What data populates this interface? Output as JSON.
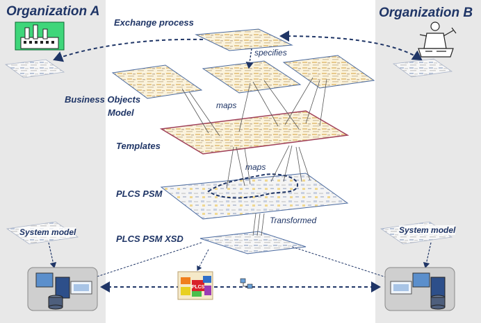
{
  "organizations": {
    "left_label": "Organization A",
    "right_label": "Organization B"
  },
  "layers": {
    "exchange_process": "Exchange process",
    "business_objects_line1": "Business Objects",
    "business_objects_line2": "Model",
    "templates": "Templates",
    "plcs_psm": "PLCS PSM",
    "plcs_psm_xsd": "PLCS PSM XSD"
  },
  "relations": {
    "specifies": "specifies",
    "maps_upper": "maps",
    "maps_lower": "maps",
    "transformed": "Transformed"
  },
  "system_models": {
    "left_label": "System model",
    "right_label": "System model"
  },
  "badges": {
    "plcs": "PLCS"
  },
  "colors": {
    "label_text": "#1f3566",
    "side_panel": "#e8e8e8",
    "arrow": "#1f3566",
    "factory_green": "#3fd67a",
    "template_border": "#a0405a",
    "plcs_red": "#d8202a"
  },
  "icons": [
    "factory-icon",
    "worker-icon",
    "computer-icon",
    "database-icon",
    "network-icon",
    "plcs-tool-icon"
  ]
}
